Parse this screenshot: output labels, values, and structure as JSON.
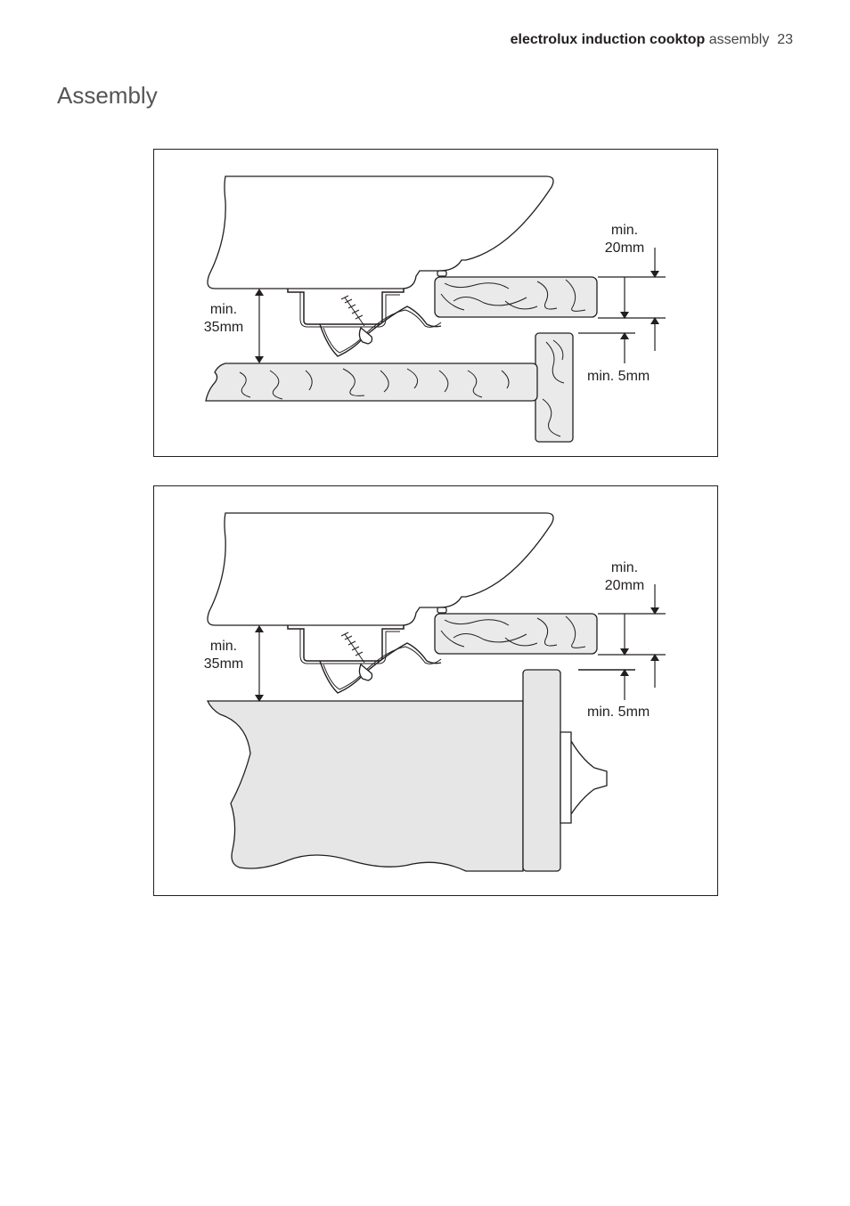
{
  "header": {
    "brand": "electrolux induction cooktop",
    "section": "assembly",
    "page_number": "23"
  },
  "page_title": "Assembly",
  "figures": [
    {
      "min20_line1": "min.",
      "min20_line2": "20mm",
      "min35_line1": "min.",
      "min35_line2": "35mm",
      "min5": "min. 5mm"
    },
    {
      "min20_line1": "min.",
      "min20_line2": "20mm",
      "min35_line1": "min.",
      "min35_line2": "35mm",
      "min5": "min. 5mm"
    }
  ]
}
